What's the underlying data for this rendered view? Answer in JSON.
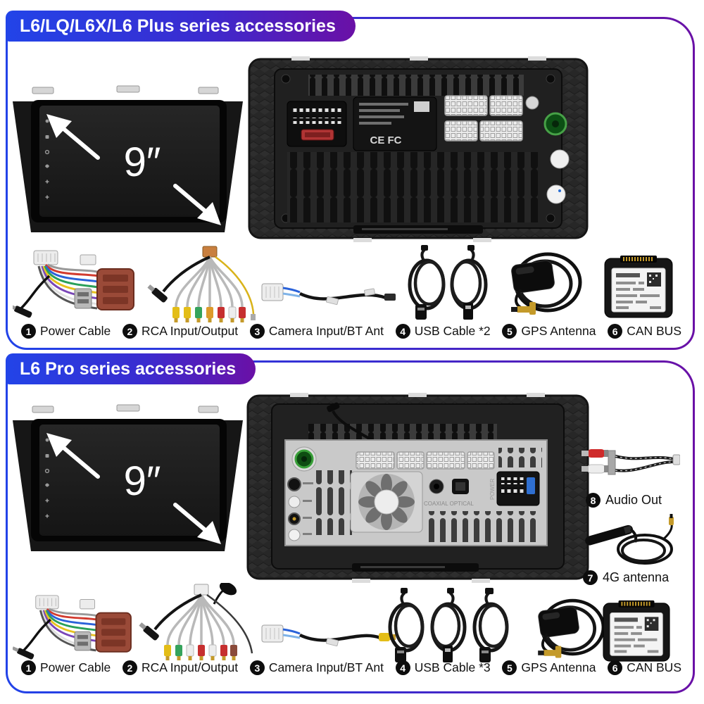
{
  "colors": {
    "accent_blue": "#2243e8",
    "accent_purple": "#6a10a6",
    "badge_black": "#0d0d0d",
    "banner_text": "#ffffff"
  },
  "sections": [
    {
      "banner": "L6/LQ/L6X/L6 Plus series accessories",
      "screen_size": "9″",
      "back_marks": "CE FC",
      "items": [
        {
          "num": "1",
          "label": "Power Cable"
        },
        {
          "num": "2",
          "label": "RCA Input/Output"
        },
        {
          "num": "3",
          "label": "Camera Input/BT Ant"
        },
        {
          "num": "4",
          "label": "USB Cable *2"
        },
        {
          "num": "5",
          "label": "GPS Antenna"
        },
        {
          "num": "6",
          "label": "CAN BUS"
        }
      ]
    },
    {
      "banner": "L6 Pro series accessories",
      "screen_size": "9″",
      "back_ports": "COAXIAL OPTICAL",
      "power_label": "POWER",
      "side_items": [
        {
          "num": "8",
          "label": "Audio Out"
        },
        {
          "num": "7",
          "label": "4G antenna"
        }
      ],
      "items": [
        {
          "num": "1",
          "label": "Power Cable"
        },
        {
          "num": "2",
          "label": "RCA Input/Output"
        },
        {
          "num": "3",
          "label": "Camera Input/BT Ant"
        },
        {
          "num": "4",
          "label": "USB Cable *3"
        },
        {
          "num": "5",
          "label": "GPS Antenna"
        },
        {
          "num": "6",
          "label": "CAN BUS"
        }
      ]
    }
  ]
}
